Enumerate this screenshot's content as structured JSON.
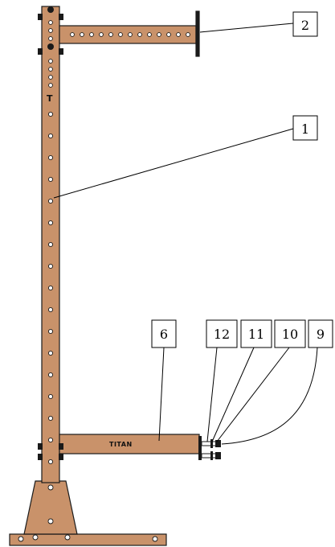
{
  "labels": {
    "part_1": "1",
    "part_2": "2",
    "part_6": "6",
    "part_9": "9",
    "part_10": "10",
    "part_11": "11",
    "part_12": "12"
  },
  "crossmember_text": "TITAN",
  "colors": {
    "wood": "#c9926a",
    "outline": "#1a1a1a",
    "background": "#ffffff"
  }
}
